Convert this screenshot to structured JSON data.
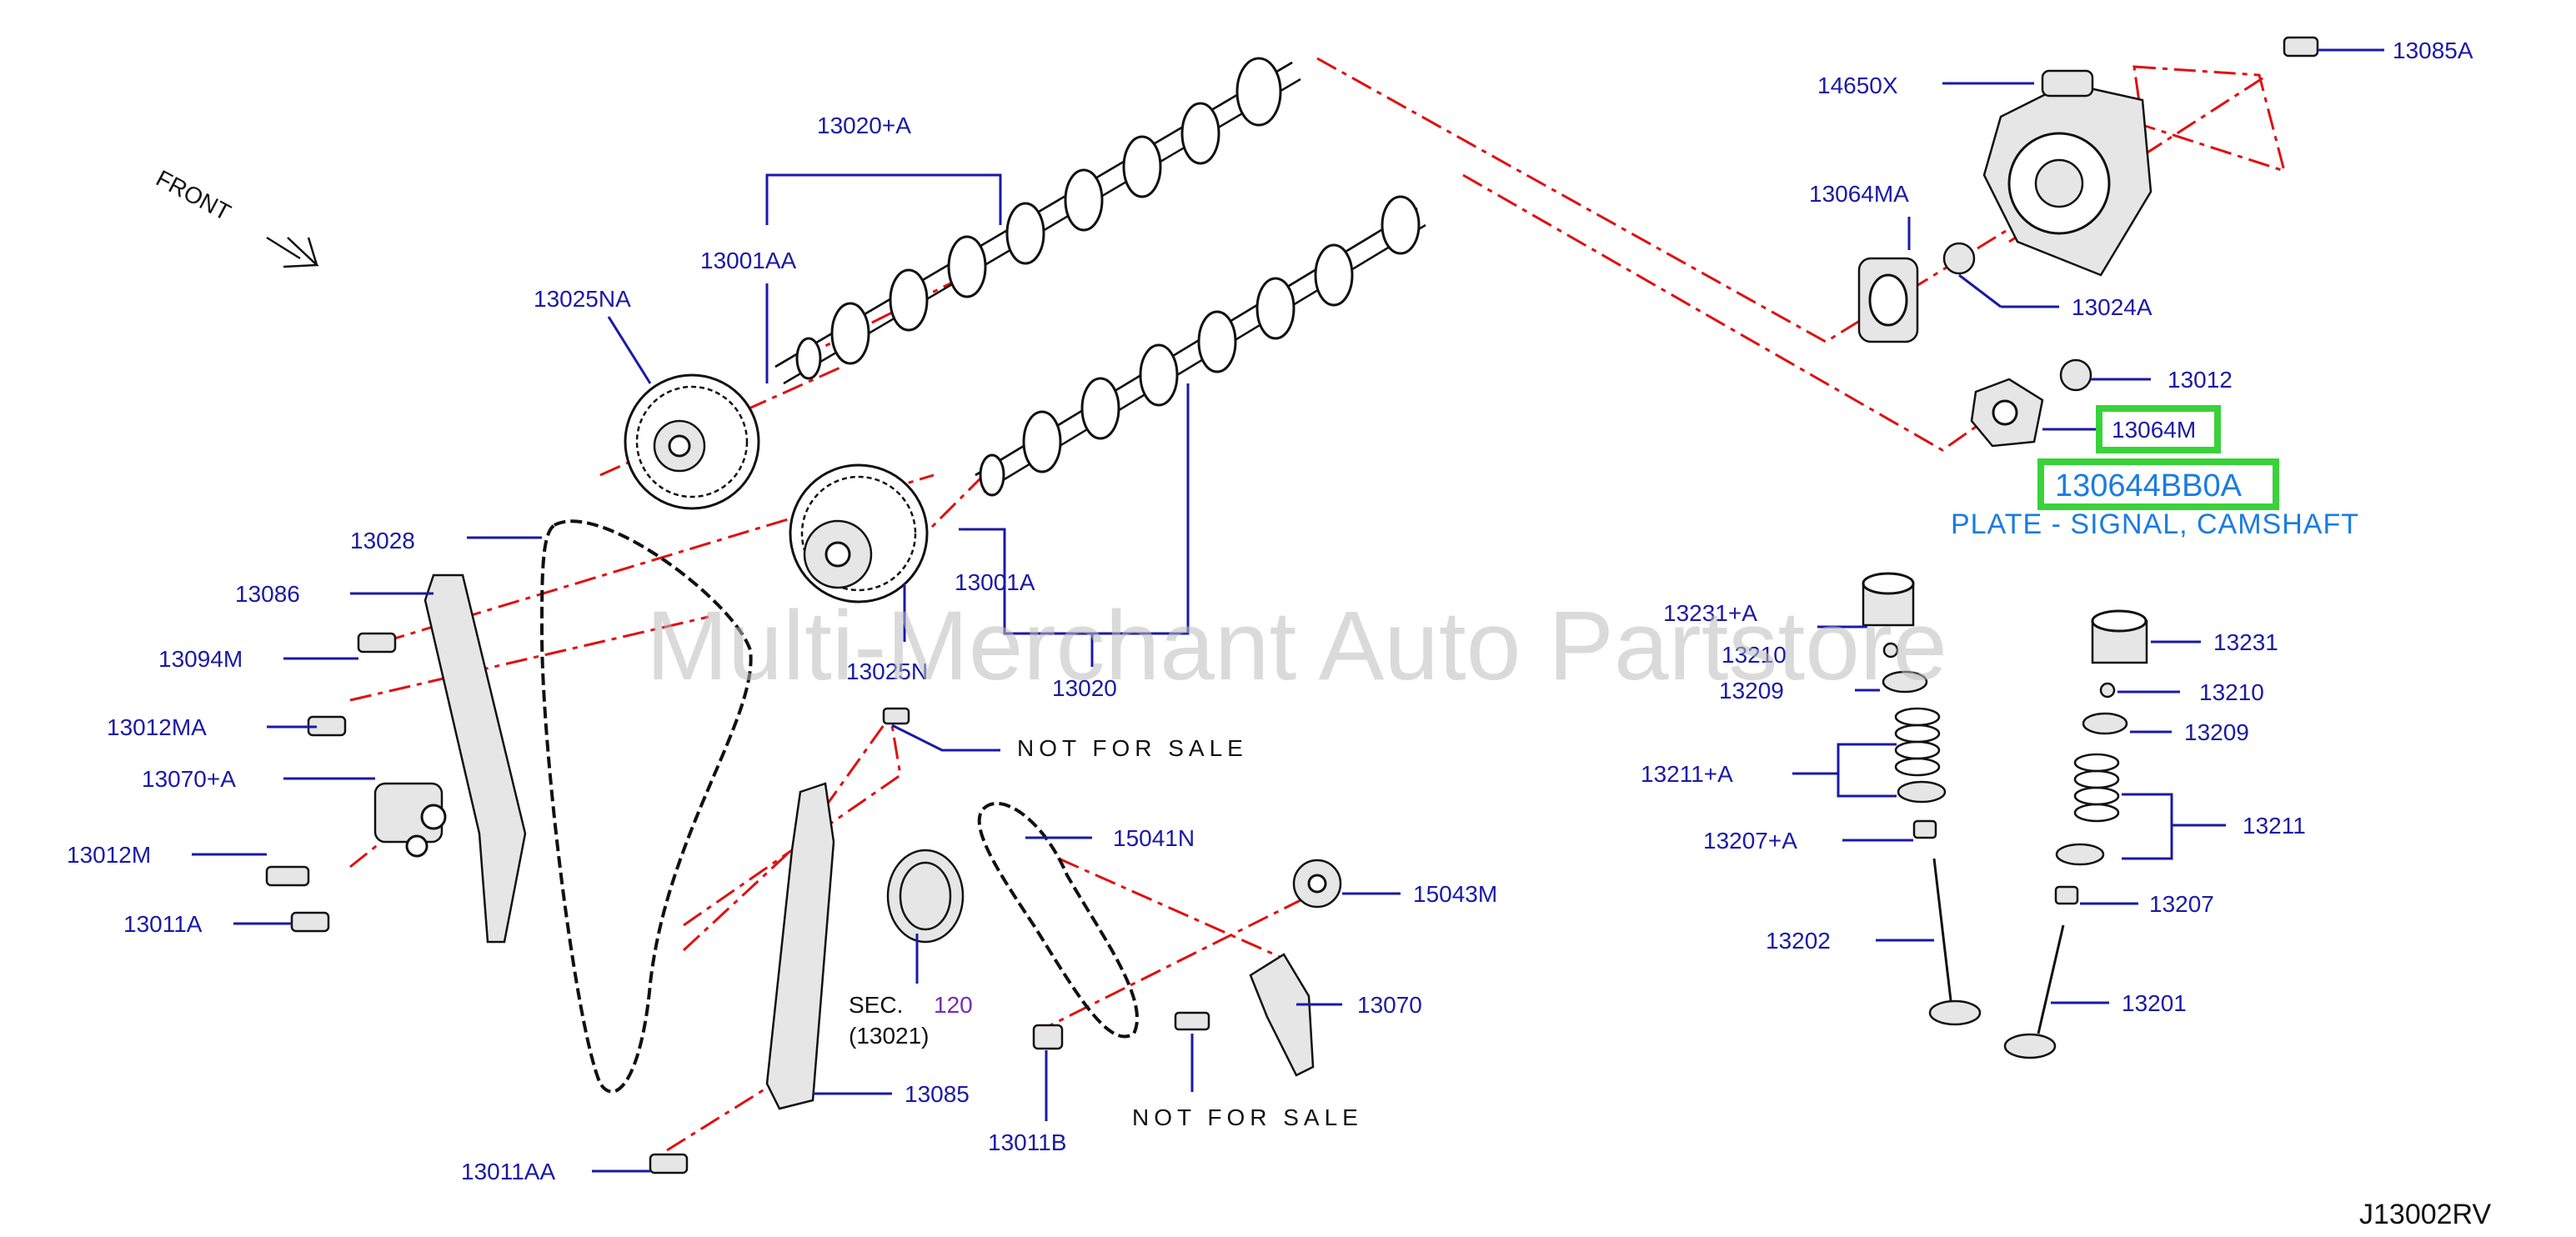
{
  "watermark": "Multi-Merchant Auto Partstore",
  "diagram_ref": "J13002RV",
  "front_label": "FRONT",
  "highlight": {
    "part_number": "13064M",
    "oem_number": "130644BB0A",
    "description": "PLATE - SIGNAL, CAMSHAFT"
  },
  "labels": {
    "p13085A_top": "13085A",
    "p14650X": "14650X",
    "p13064MA": "13064MA",
    "p13024A": "13024A",
    "p13012": "13012",
    "p13020A": "13020+A",
    "p13001AA": "13001AA",
    "p13025NA": "13025NA",
    "p13028": "13028",
    "p13086": "13086",
    "p13094M": "13094M",
    "p13012MA": "13012MA",
    "p13070A": "13070+A",
    "p13012M": "13012M",
    "p13011A": "13011A",
    "p13001A": "13001A",
    "p13025N": "13025N",
    "p13020": "13020",
    "not_for_sale_1": "NOT FOR SALE",
    "p15041N": "15041N",
    "p15043M": "15043M",
    "p13070": "13070",
    "sec_label": "SEC.",
    "sec_num": "120",
    "sec_sub": "(13021)",
    "p13085_bottom": "13085",
    "p13011B": "13011B",
    "not_for_sale_2": "NOT FOR SALE",
    "p13011AA": "13011AA",
    "p13231A": "13231+A",
    "p13210_left": "13210",
    "p13209_left": "13209",
    "p13211A": "13211+A",
    "p13207A": "13207+A",
    "p13202": "13202",
    "p13231": "13231",
    "p13210_right": "13210",
    "p13209_right": "13209",
    "p13211": "13211",
    "p13207": "13207",
    "p13201": "13201"
  }
}
